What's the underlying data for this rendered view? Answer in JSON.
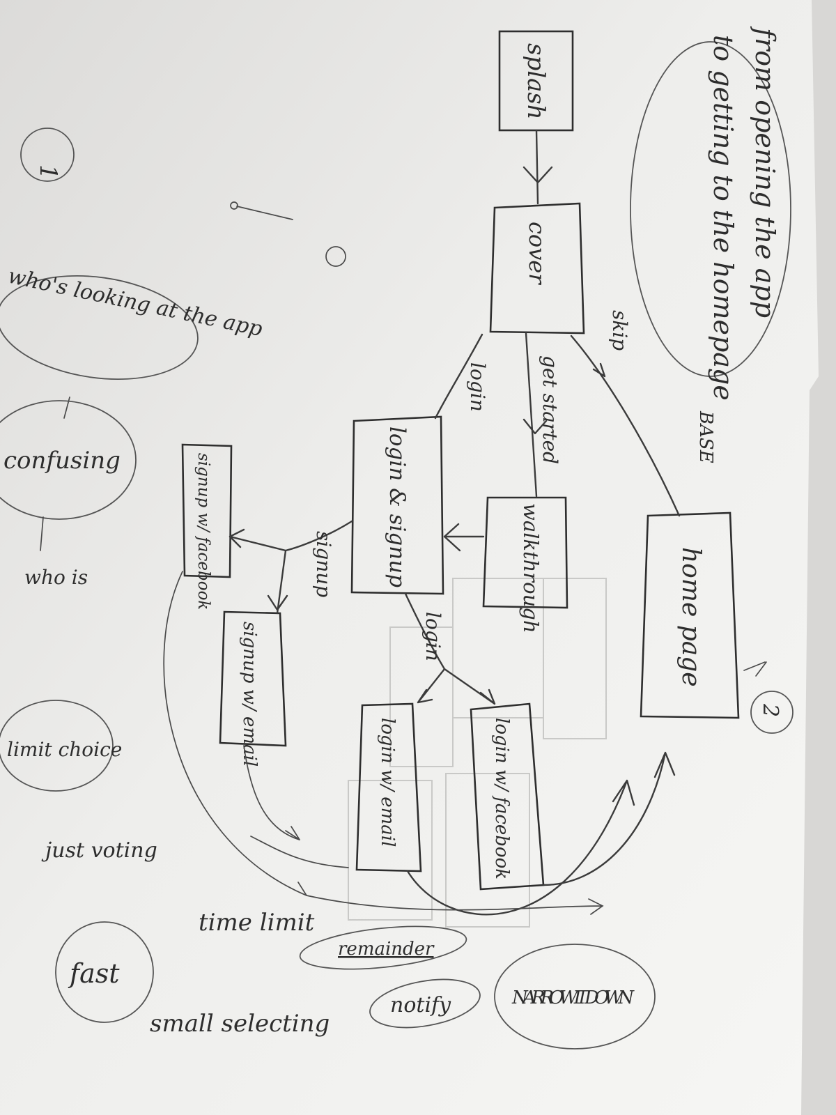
{
  "title_note": {
    "line1": "from opening the app",
    "line2": "to getting to the homepage"
  },
  "base_mark": "BASE",
  "page_numbers": {
    "page1": "1",
    "page2": "2"
  },
  "boxes": {
    "splash": "splash",
    "cover": "cover",
    "walkthrough": "walkthrough",
    "login_signup": "login & signup",
    "home_page": "home page",
    "signup_facebook": "signup w/ facebook",
    "signup_email": "signup w/ email",
    "login_email": "login w/ email",
    "login_facebook": "login w/ facebook"
  },
  "edges": {
    "skip": "skip",
    "login_top": "login",
    "get_started": "get started",
    "signup": "signup",
    "login_lower": "login"
  },
  "side_notes": {
    "whos_looking": "who's looking at the app",
    "confusing": "confusing",
    "who_is": "who is",
    "limit_choice": "limit choice",
    "just_voting": "just voting",
    "fast": "fast"
  },
  "bottom_notes": {
    "time_limit": "time limit",
    "remainder": "remainder",
    "small_selecting": "small selecting",
    "notify": "notify",
    "narrow_it_down": "NARROW IT DOWN"
  },
  "colors": {
    "ink": "#2e2e2e",
    "paper": "#f4f4f2"
  }
}
